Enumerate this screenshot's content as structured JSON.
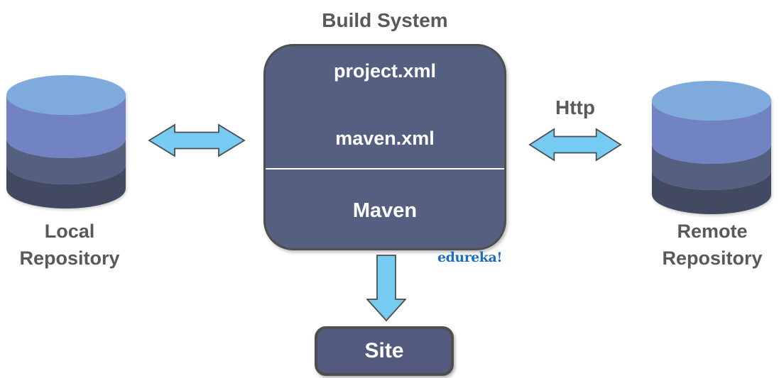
{
  "title": "Build System",
  "build_box": {
    "config_files": [
      "project.xml",
      "maven.xml"
    ],
    "engine": "Maven"
  },
  "site_box": {
    "label": "Site"
  },
  "http_label": "Http",
  "local_repository": {
    "line1": "Local",
    "line2": "Repository"
  },
  "remote_repository": {
    "line1": "Remote",
    "line2": "Repository"
  },
  "watermark": "edureka!",
  "icons": {
    "local_repository": "database-cylinder-icon",
    "remote_repository": "database-cylinder-icon",
    "local_link": "double-headed-arrow-icon",
    "remote_link": "double-headed-arrow-icon",
    "site_link": "down-arrow-icon"
  },
  "colors": {
    "label_text": "#595959",
    "box_text": "#ffffff",
    "box_fill": "#556080",
    "box_border": "#4f4f4f",
    "site_fill": "#525b7d",
    "divider": "#ffffff",
    "arrow_fill": "#76cbf3",
    "arrow_stroke": "#4d4d4d",
    "edureka_blue": "#1d6fbd",
    "cylinder_top": "#7fabdc",
    "cylinder_band2": "#7283c4",
    "cylinder_band3": "#556080",
    "cylinder_band4": "#414a61"
  }
}
